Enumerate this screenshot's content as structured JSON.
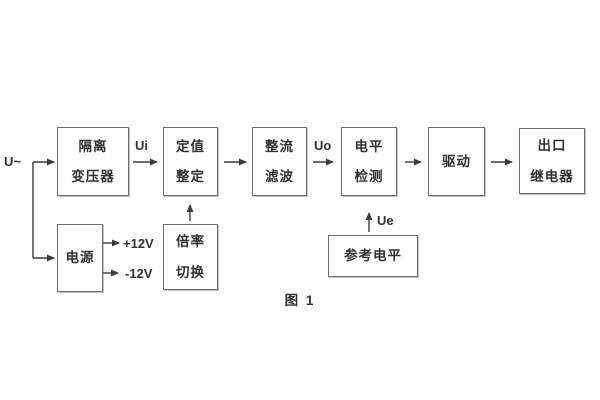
{
  "diagram": {
    "caption": "图 1",
    "signals": {
      "input": "U~",
      "ui": "Ui",
      "uo": "Uo",
      "ue": "Ue",
      "rail_pos": "+12V",
      "rail_neg": "-12V"
    },
    "blocks": [
      {
        "id": "isolation-transformer",
        "lines": [
          "隔离",
          "变压器"
        ]
      },
      {
        "id": "value-setting",
        "lines": [
          "定值",
          "整定"
        ]
      },
      {
        "id": "rectify-filter",
        "lines": [
          "整流",
          "滤波"
        ]
      },
      {
        "id": "level-detect",
        "lines": [
          "电平",
          "检测"
        ]
      },
      {
        "id": "driver",
        "lines": [
          "驱动"
        ]
      },
      {
        "id": "output-relay",
        "lines": [
          "出口",
          "继电器"
        ]
      },
      {
        "id": "power-supply",
        "lines": [
          "电源"
        ]
      },
      {
        "id": "ratio-switch",
        "lines": [
          "倍率",
          "切换"
        ]
      },
      {
        "id": "reference-level",
        "lines": [
          "参考电平"
        ]
      }
    ],
    "colors": {
      "line": "#3b3b3b",
      "box_border": "#6e6e6e",
      "text": "#2e3138",
      "background": "#ffffff"
    }
  }
}
